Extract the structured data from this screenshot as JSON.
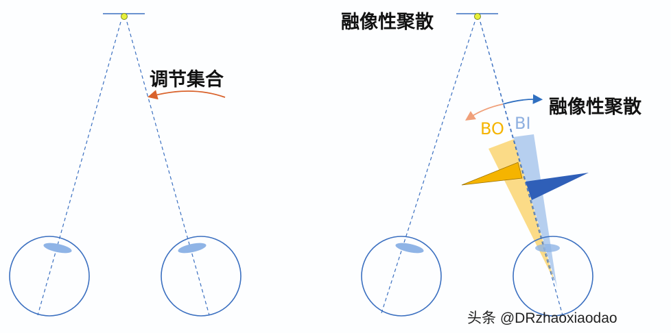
{
  "left_panel": {
    "label": "调节集合"
  },
  "right_panel": {
    "title": "融像性聚散",
    "arrow_label": "融像性聚散",
    "bo_label": "BO",
    "bi_label": "BI"
  },
  "watermark": "头条 @DRzhaoxiaodao",
  "colors": {
    "eye": "#3a6fc0",
    "lens": "#8fb4e6",
    "target": "#e8f03a",
    "orange_arrow": "#d9622b",
    "bo": "#f5b400",
    "bi": "#a9c7ec",
    "blue_prism": "#2f5fb8"
  }
}
